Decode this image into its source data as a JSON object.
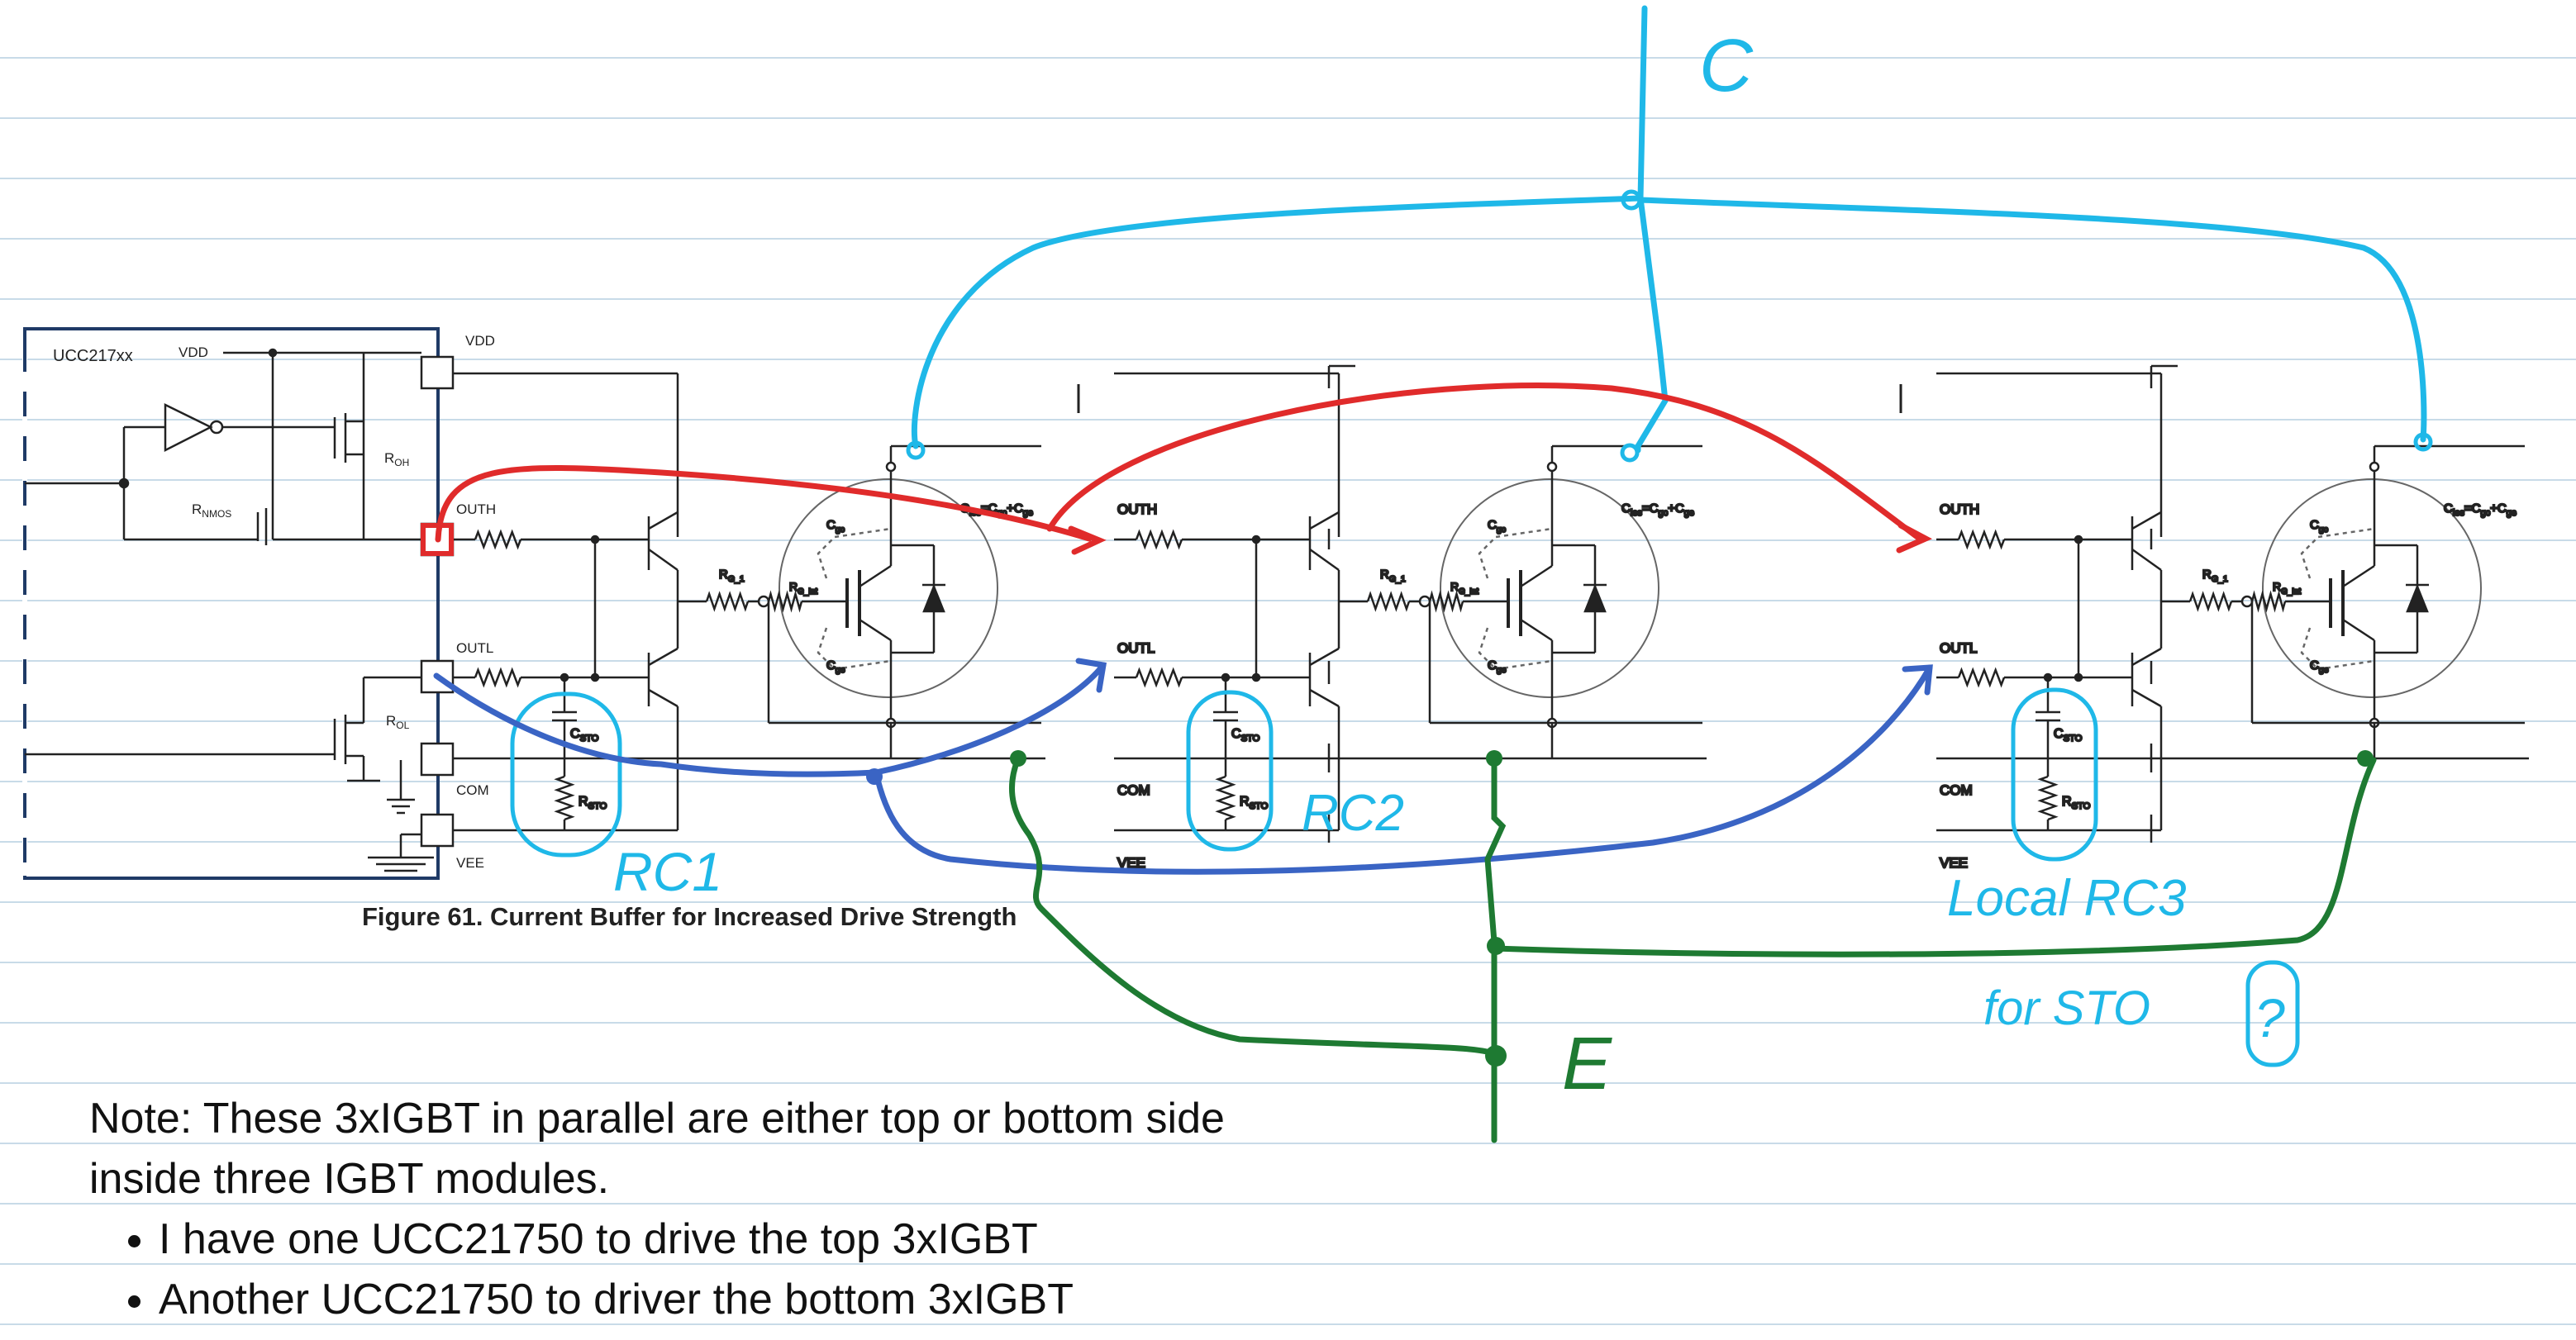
{
  "schematic": {
    "chip_name": "UCC217xx",
    "pins": {
      "vdd_inner": "VDD",
      "vdd": "VDD",
      "outh": "OUTH",
      "outl": "OUTL",
      "com": "COM",
      "vee": "VEE"
    },
    "components": {
      "roh": "R",
      "roh_sub": "OH",
      "rnmos": "R",
      "rnmos_sub": "NMOS",
      "rol": "R",
      "rol_sub": "OL",
      "rg1": "R",
      "rg1_sub": "G_1",
      "rgint": "R",
      "rgint_sub": "G_Int",
      "cgc": "C",
      "cgc_sub": "gc",
      "cge": "C",
      "cge_sub": "ge",
      "csto": "C",
      "csto_sub": "STO",
      "rsto": "R",
      "rsto_sub": "STO",
      "cies": "C",
      "cies_sub": "ies",
      "cies_eq": "=C",
      "cies_eq_sub1": "gc",
      "cies_plus": "+C",
      "cies_eq_sub2": "ge"
    },
    "figure_caption": "Figure 61.  Current Buffer for Increased Drive Strength"
  },
  "handwriting": {
    "c_label": "C",
    "e_label": "E",
    "rc1": "RC1",
    "rc2": "RC2",
    "local_rc3": "Local RC3",
    "for_sto": "for STO",
    "question_mark": "?"
  },
  "note": {
    "line": "Note: These 3xIGBT in parallel are either top or bottom side inside three IGBT modules.",
    "bullets": [
      "I have one UCC21750 to drive the top 3xIGBT",
      "Another UCC21750 to driver the bottom 3xIGBT"
    ]
  },
  "colors": {
    "cyan": "#1fb8e8",
    "red": "#e02b2b",
    "blue": "#3a64c4",
    "green": "#1e7a32",
    "schematic": "#222222",
    "chip_border": "#1f3a66",
    "ruled_lines": "#c8dbe8"
  }
}
